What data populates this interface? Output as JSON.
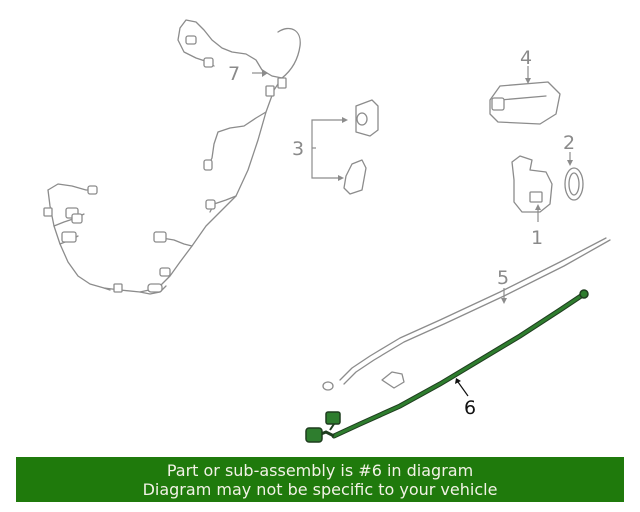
{
  "callouts": {
    "c1": "1",
    "c2": "2",
    "c3": "3",
    "c4": "4",
    "c5": "5",
    "c6": "6",
    "c7": "7"
  },
  "highlight": {
    "part_number": "6",
    "color": "#2e7d2e"
  },
  "banner": {
    "line1": "Part or sub-assembly is #6 in diagram",
    "line2": "Diagram may not be specific to your vehicle",
    "background": "#1f7a0c"
  }
}
